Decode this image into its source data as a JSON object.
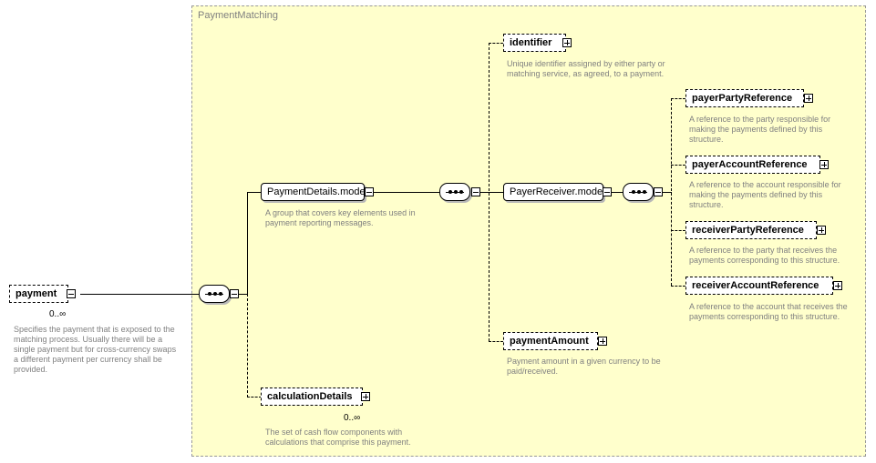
{
  "group": {
    "title": "PaymentMatching"
  },
  "payment": {
    "label": "payment",
    "cardinality": "0..∞",
    "description": "Specifies the payment that is exposed to the matching process. Usually there will be a single payment but for cross-currency swaps a different payment per currency shall be provided."
  },
  "payment_details_model": {
    "label": "PaymentDetails.model",
    "description": "A group that covers key elements used in payment reporting messages."
  },
  "calculation_details": {
    "label": "calculationDetails",
    "cardinality": "0..∞",
    "description": "The set of cash flow components with calculations that comprise this payment."
  },
  "identifier": {
    "label": "identifier",
    "description": "Unique identifier assigned by either party or matching service, as agreed, to a payment."
  },
  "payer_receiver_model": {
    "label": "PayerReceiver.model"
  },
  "payment_amount": {
    "label": "paymentAmount",
    "description": "Payment amount in a given currency to be paid/received."
  },
  "payer_party_reference": {
    "label": "payerPartyReference",
    "description": "A reference to the party responsible for making the payments defined by this structure."
  },
  "payer_account_reference": {
    "label": "payerAccountReference",
    "description": "A reference to the account responsible for making the payments defined by this structure."
  },
  "receiver_party_reference": {
    "label": "receiverPartyReference",
    "description": "A reference to the party that receives the payments corresponding to this structure."
  },
  "receiver_account_reference": {
    "label": "receiverAccountReference",
    "description": "A reference to the account that receives the payments corresponding to this structure."
  },
  "colors": {
    "group_fill": "#ffffcc",
    "group_border": "#999999",
    "description_text": "#808080"
  },
  "icons": {
    "sequence": "sequence-compositor-icon",
    "expand": "plus-box-icon",
    "collapse": "minus-box-icon"
  }
}
